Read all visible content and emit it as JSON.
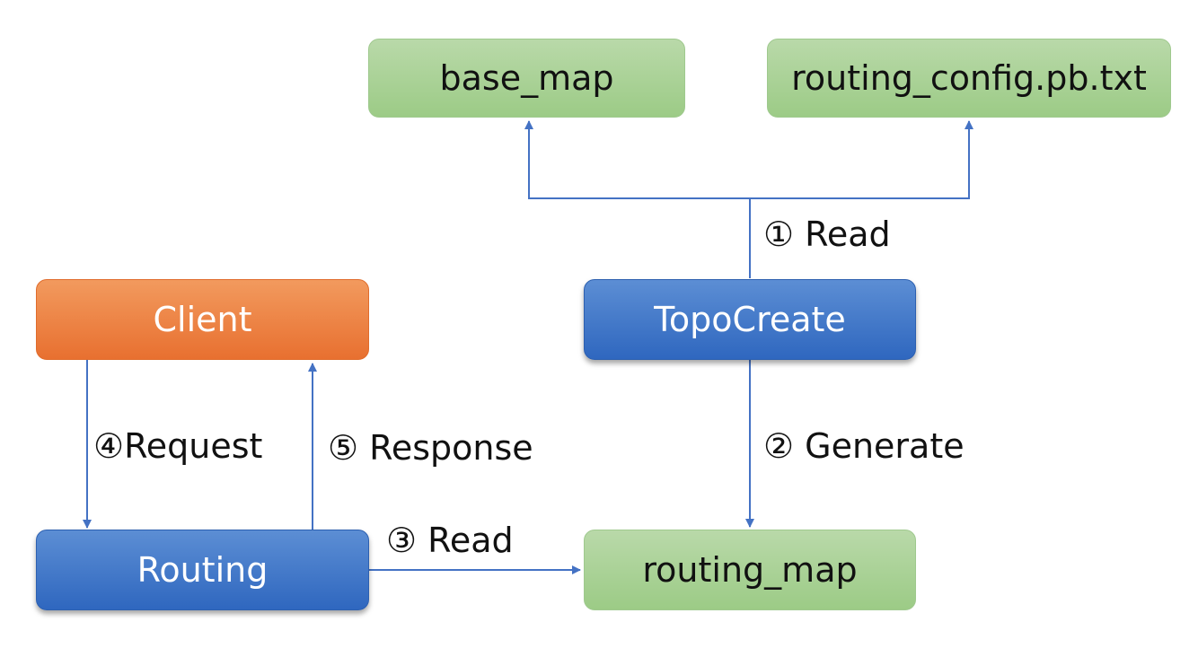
{
  "nodes": {
    "base_map": "base_map",
    "routing_config": "routing_config.pb.txt",
    "client": "Client",
    "topocreate": "TopoCreate",
    "routing": "Routing",
    "routing_map": "routing_map"
  },
  "edges": {
    "read_1": "① Read",
    "generate_2": "② Generate",
    "read_3": "③ Read",
    "request_4": "④Request",
    "response_5": "⑤ Response"
  },
  "colors": {
    "connector": "#4472c4",
    "green_node": "#a9d18e",
    "blue_node": "#2f67bf",
    "orange_node": "#ed7d31"
  }
}
